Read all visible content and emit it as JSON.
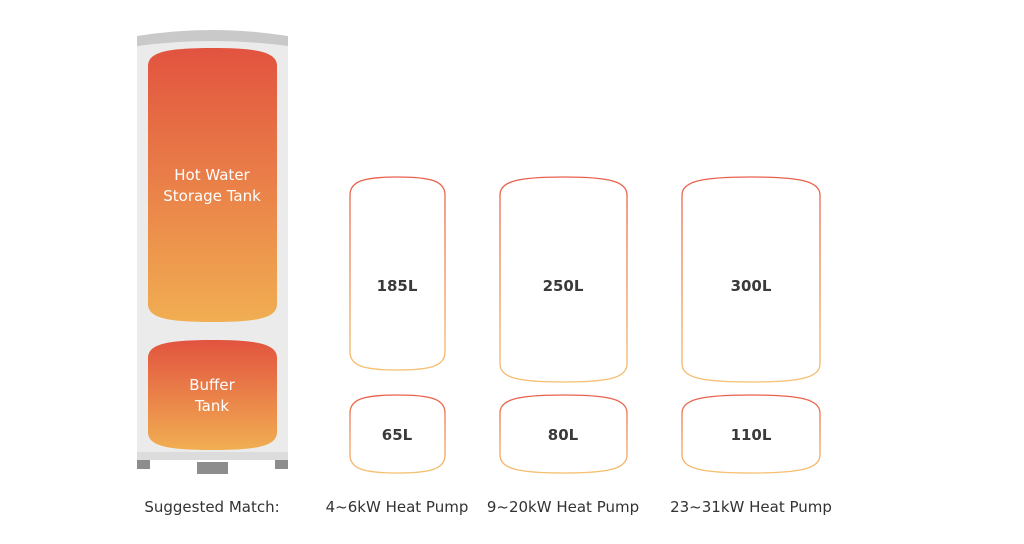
{
  "unit": {
    "upper_label_line1": "Hot Water",
    "upper_label_line2": "Storage Tank",
    "lower_label_line1": "Buffer",
    "lower_label_line2": "Tank"
  },
  "suggested_match_label": "Suggested Match:",
  "options": [
    {
      "storage": "185L",
      "buffer": "65L",
      "heat_pump": "4~6kW Heat Pump"
    },
    {
      "storage": "250L",
      "buffer": "80L",
      "heat_pump": "9~20kW Heat Pump"
    },
    {
      "storage": "300L",
      "buffer": "110L",
      "heat_pump": "23~31kW Heat Pump"
    }
  ],
  "colors": {
    "gradient_top": "#e2533f",
    "gradient_bottom": "#f1ae52",
    "casing": "#ebebeb",
    "casing_cap": "#c9c9c9"
  }
}
